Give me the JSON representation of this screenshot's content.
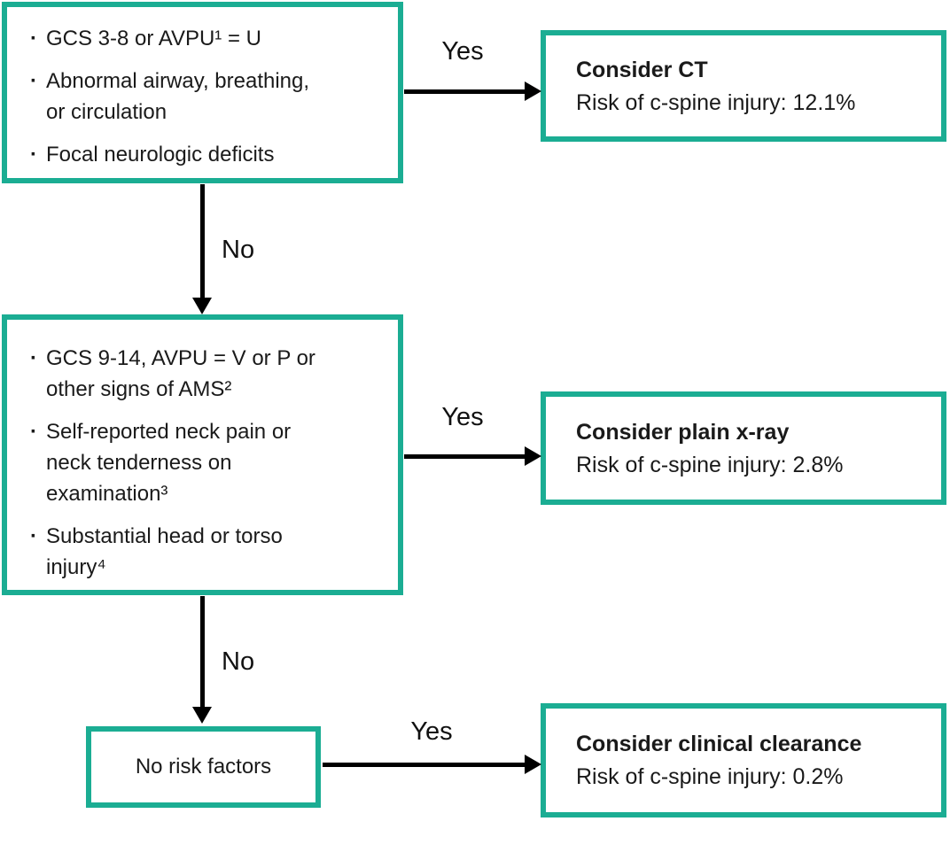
{
  "colors": {
    "box_border": "#1bad93",
    "arrow": "#000000",
    "text": "#1a1a1a",
    "background": "#ffffff"
  },
  "bullet_char": "·",
  "decision_boxes": {
    "severe": {
      "bullets": [
        {
          "lines": [
            "GCS 3-8 or AVPU¹ = U"
          ]
        },
        {
          "lines": [
            "Abnormal airway, breathing,",
            "or circulation"
          ]
        },
        {
          "lines": [
            "Focal neurologic deficits"
          ]
        }
      ]
    },
    "moderate": {
      "bullets": [
        {
          "lines": [
            "GCS 9-14, AVPU = V or P or",
            "other signs of AMS²"
          ]
        },
        {
          "lines": [
            "Self-reported neck pain or",
            "neck tenderness on",
            "examination³"
          ]
        },
        {
          "lines": [
            "Substantial head or torso",
            "injury⁴"
          ]
        }
      ]
    },
    "none": {
      "label": "No risk factors"
    }
  },
  "outcome_boxes": {
    "ct": {
      "title": "Consider CT",
      "risk": "Risk of c-spine injury: 12.1%"
    },
    "xray": {
      "title": "Consider plain x-ray",
      "risk": "Risk of c-spine injury: 2.8%"
    },
    "clearance": {
      "title": "Consider clinical clearance",
      "risk": "Risk of c-spine injury: 0.2%"
    }
  },
  "edge_labels": {
    "yes1": "Yes",
    "no1": "No",
    "yes2": "Yes",
    "no2": "No",
    "yes3": "Yes"
  }
}
